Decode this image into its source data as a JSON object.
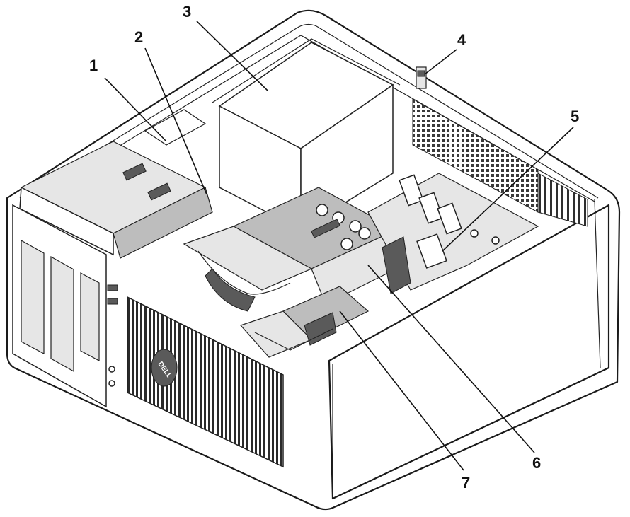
{
  "figure": {
    "callouts": [
      {
        "label": "1"
      },
      {
        "label": "2"
      },
      {
        "label": "3"
      },
      {
        "label": "4"
      },
      {
        "label": "5"
      },
      {
        "label": "6"
      },
      {
        "label": "7"
      }
    ],
    "logo_text": "DELL"
  }
}
